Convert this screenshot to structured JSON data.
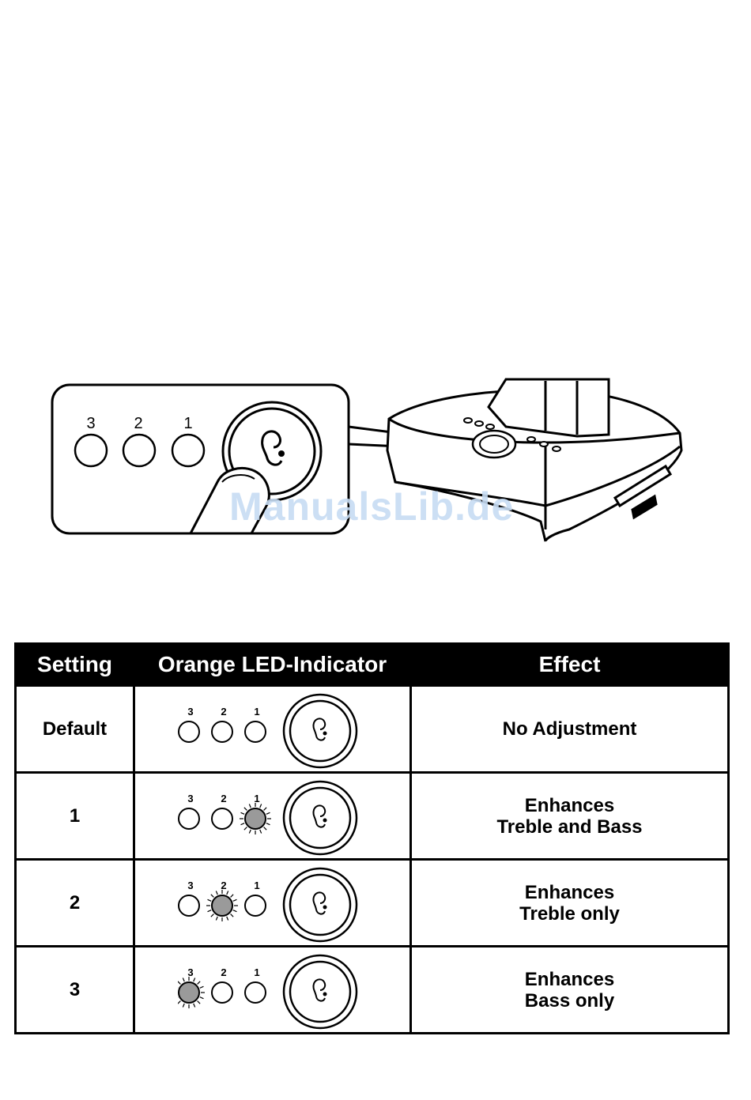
{
  "illustration": {
    "button_labels": [
      "3",
      "2",
      "1"
    ],
    "watermark": "ManualsLib.de"
  },
  "table": {
    "headers": {
      "setting": "Setting",
      "indicator": "Orange LED-Indicator",
      "effect": "Effect"
    },
    "rows": [
      {
        "setting": "Default",
        "lit_led": "none",
        "effect_line1": "No Adjustment",
        "effect_line2": ""
      },
      {
        "setting": "1",
        "lit_led": "1",
        "effect_line1": "Enhances",
        "effect_line2": "Treble and Bass"
      },
      {
        "setting": "2",
        "lit_led": "2",
        "effect_line1": "Enhances",
        "effect_line2": "Treble only"
      },
      {
        "setting": "3",
        "lit_led": "3",
        "effect_line1": "Enhances",
        "effect_line2": "Bass only"
      }
    ],
    "led_labels": [
      "3",
      "2",
      "1"
    ]
  },
  "colors": {
    "lit_led": "#9a9a9a",
    "header_bg": "#000000",
    "header_text": "#ffffff",
    "watermark": "#c7dcf3"
  },
  "icons": {
    "ear_button": "ear-icon",
    "finger": "finger-icon",
    "device": "base-station-icon"
  }
}
